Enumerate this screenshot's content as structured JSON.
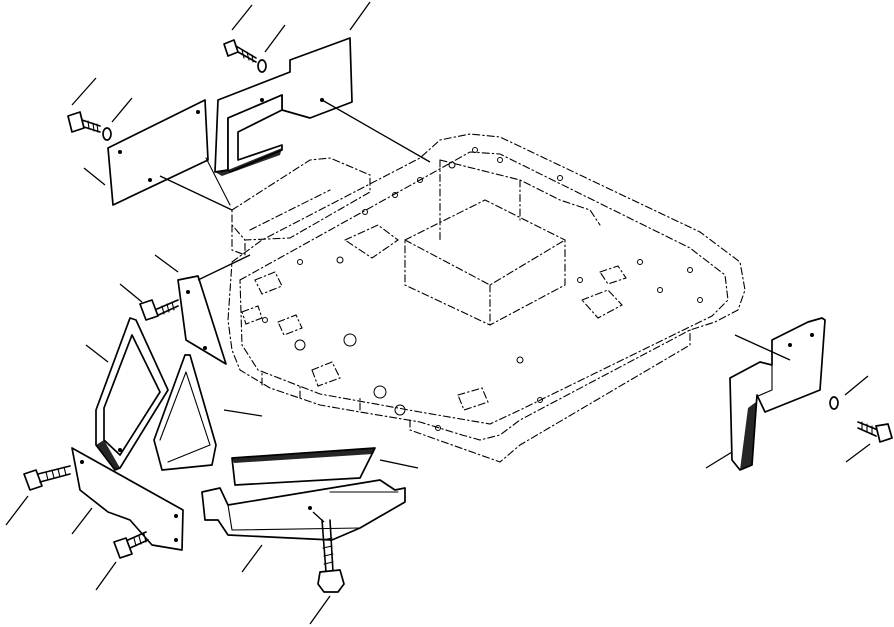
{
  "diagram": {
    "kind": "exploded-parts-view",
    "colors": {
      "line": "#000000",
      "background": "#ffffff"
    },
    "parts": [
      {
        "id": "top-left-plate",
        "icon": "cover-plate"
      },
      {
        "id": "top-bracket",
        "icon": "bracket"
      },
      {
        "id": "floor-frame",
        "icon": "floor-frame"
      },
      {
        "id": "mid-left-plate",
        "icon": "cover-plate"
      },
      {
        "id": "lower-left-bracket",
        "icon": "bracket"
      },
      {
        "id": "wedge-plate",
        "icon": "cover-plate"
      },
      {
        "id": "bottom-cover-plate",
        "icon": "cover-plate"
      },
      {
        "id": "bottom-long-bracket",
        "icon": "bracket"
      },
      {
        "id": "slim-plate",
        "icon": "cover-plate"
      },
      {
        "id": "right-bracket",
        "icon": "bracket"
      }
    ],
    "fasteners": [
      {
        "id": "bolt-top-left",
        "icon": "bolt"
      },
      {
        "id": "washer-top-left",
        "icon": "washer"
      },
      {
        "id": "bolt-top",
        "icon": "bolt"
      },
      {
        "id": "washer-top",
        "icon": "washer"
      },
      {
        "id": "bolt-mid-left",
        "icon": "bolt"
      },
      {
        "id": "bolt-bottom-left",
        "icon": "bolt"
      },
      {
        "id": "bolt-bottom-center",
        "icon": "bolt"
      },
      {
        "id": "bolt-bottom",
        "icon": "bolt"
      },
      {
        "id": "bolt-right",
        "icon": "bolt"
      },
      {
        "id": "washer-right",
        "icon": "washer"
      }
    ]
  }
}
